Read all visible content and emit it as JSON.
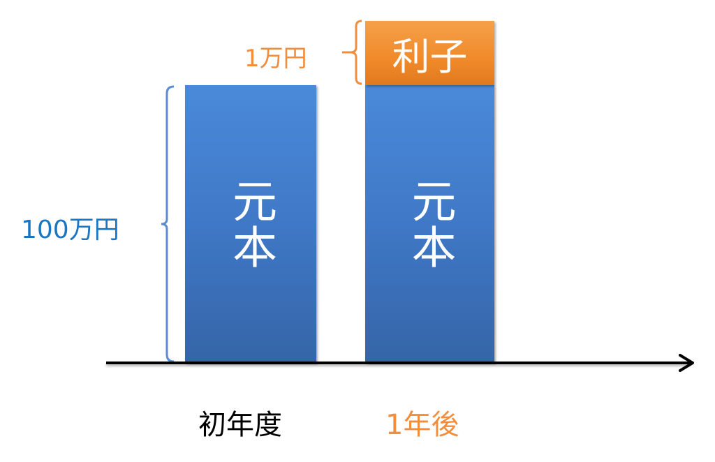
{
  "diagram": {
    "bars": [
      {
        "label": "元本",
        "category": "初年度",
        "value_label": "100万円"
      },
      {
        "label": "元本",
        "category": "1年後"
      }
    ],
    "interest": {
      "label": "利子",
      "value_label": "1万円"
    },
    "categories": [
      "初年度",
      "1年後"
    ],
    "colors": {
      "principal": "#3f78c6",
      "interest": "#f08a2a",
      "principal_label": "#1a75c2",
      "interest_label": "#f28d3c",
      "axis": "#000000"
    }
  }
}
